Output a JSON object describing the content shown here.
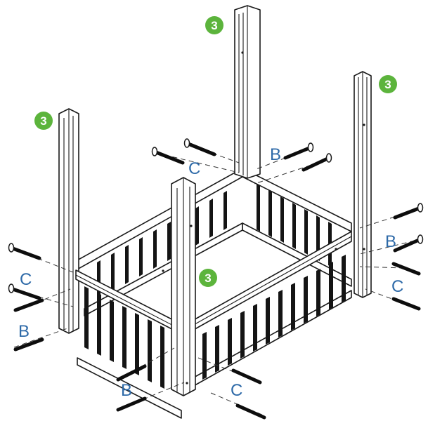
{
  "figure": {
    "part_number": "3",
    "fastener_b": "B",
    "fastener_c": "C"
  },
  "colors": {
    "badge_green": "#5cb43c",
    "letter_blue": "#2e6aa8",
    "line": "#1a1a1a",
    "background": "#ffffff"
  }
}
